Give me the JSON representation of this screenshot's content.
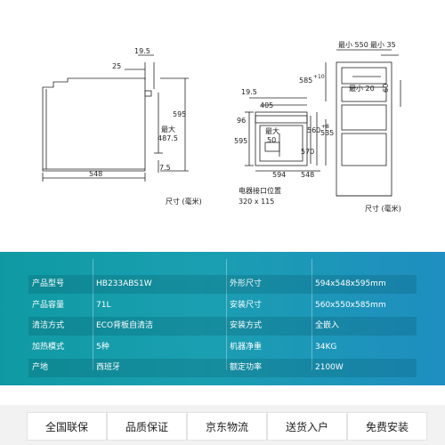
{
  "diagram": {
    "side_dims": {
      "d19_5": "19.5",
      "d25": "25",
      "d595": "595",
      "d_max": "最大",
      "d487_5": "487.5",
      "d7_5": "7.5",
      "d548": "548"
    },
    "front_dims": {
      "d19_5": "19.5",
      "d405": "405",
      "d96": "96",
      "d595": "595",
      "d_max": "最大",
      "d50": "50",
      "d570": "570",
      "d594": "594",
      "d548": "548",
      "d535": "535"
    },
    "cabinet_dims": {
      "min550": "最小 550",
      "max35": "最小 35",
      "d585": "585",
      "d585_sup": "+10",
      "min20": "最小 20",
      "d60": "60",
      "d560": "560",
      "d560_sup": "+8"
    },
    "labels": {
      "unit_left": "尺寸 (毫米)",
      "unit_right": "尺寸 (毫米)",
      "socket_label": "电器接口位置",
      "socket_size": "320 x 115"
    }
  },
  "specs": [
    {
      "k1": "产品型号",
      "v1": "HB233ABS1W",
      "k2": "外形尺寸",
      "v2": "594x548x595mm"
    },
    {
      "k1": "产品容量",
      "v1": "71L",
      "k2": "安装尺寸",
      "v2": "560x550x585mm"
    },
    {
      "k1": "清洁方式",
      "v1": "ECO背板自清洁",
      "k2": "安装方式",
      "v2": "全嵌入"
    },
    {
      "k1": "加热模式",
      "v1": "5种",
      "k2": "机器净重",
      "v2": "34KG"
    },
    {
      "k1": "产地",
      "v1": "西班牙",
      "k2": "额定功率",
      "v2": "2100W"
    }
  ],
  "services": [
    "全国联保",
    "品质保证",
    "京东物流",
    "送货入户",
    "免费安装"
  ]
}
